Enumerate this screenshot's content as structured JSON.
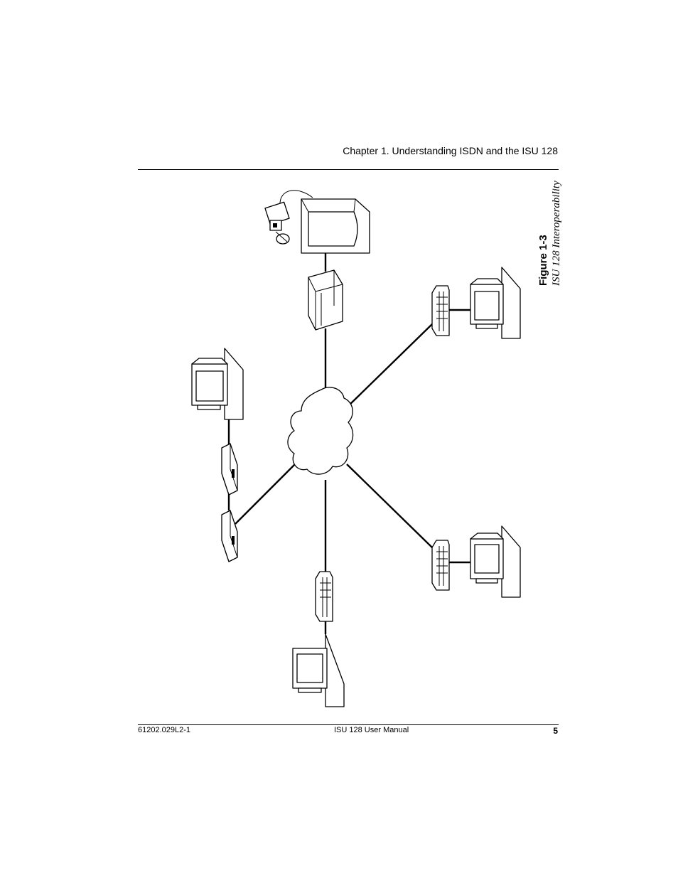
{
  "header": {
    "chapter_title": "Chapter 1. Understanding ISDN and the ISU 128"
  },
  "figure": {
    "number": "Figure 1-3",
    "title": "ISU 128 Interoperability"
  },
  "footer": {
    "doc_number": "61202.029L2-1",
    "manual_title": "ISU 128 User Manual",
    "page_number": "5"
  }
}
